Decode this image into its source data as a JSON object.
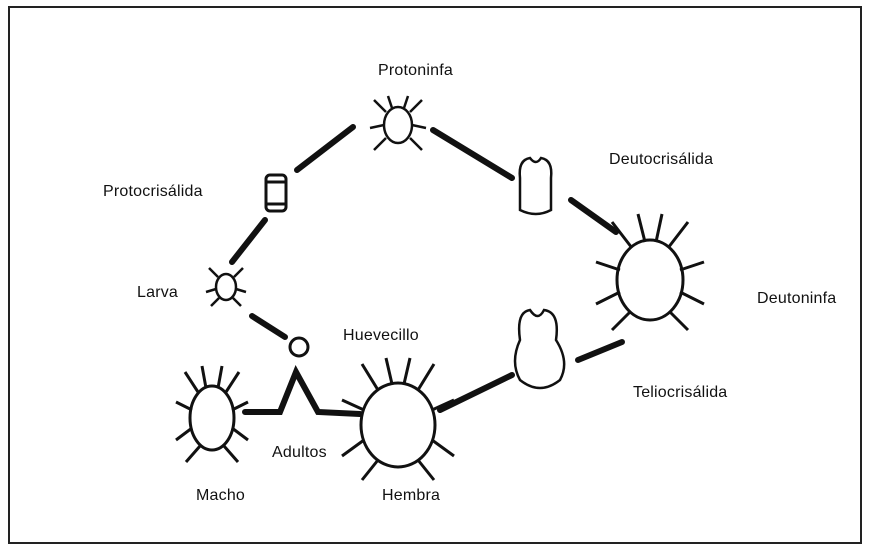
{
  "labels": {
    "protoninfa": "Protoninfa",
    "protocrisalida": "Protocrisálida",
    "deutocrisalida": "Deutocrisálida",
    "deutoninfa": "Deutoninfa",
    "larva": "Larva",
    "huevecillo": "Huevecillo",
    "teliocrisalida": "Teliocrisálida",
    "adultos": "Adultos",
    "macho": "Macho",
    "hembra": "Hembra"
  },
  "colors": {
    "ink": "#111111",
    "border": "#222222",
    "background": "#ffffff"
  }
}
